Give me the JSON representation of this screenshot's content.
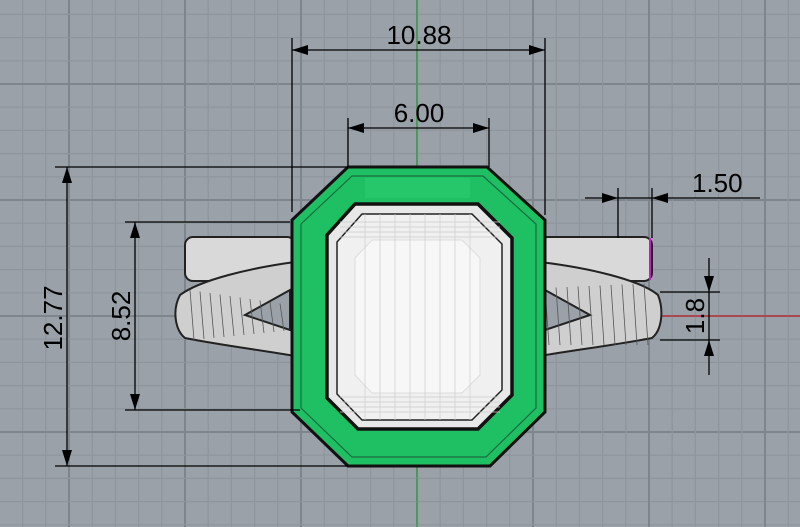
{
  "viewport": {
    "background": "#9aa1a9",
    "grid_minor": "#8e959d",
    "grid_major": "#7f858c",
    "x_axis_color": "#c0262b",
    "y_axis_color": "#2fa53a",
    "stone_setting_color": "#1fbf64"
  },
  "dimensions": {
    "overall_width": "10.88",
    "stone_width": "6.00",
    "band_width": "1.50",
    "overall_height": "12.77",
    "inner_height": "8.52",
    "shank_height": "1.8"
  }
}
